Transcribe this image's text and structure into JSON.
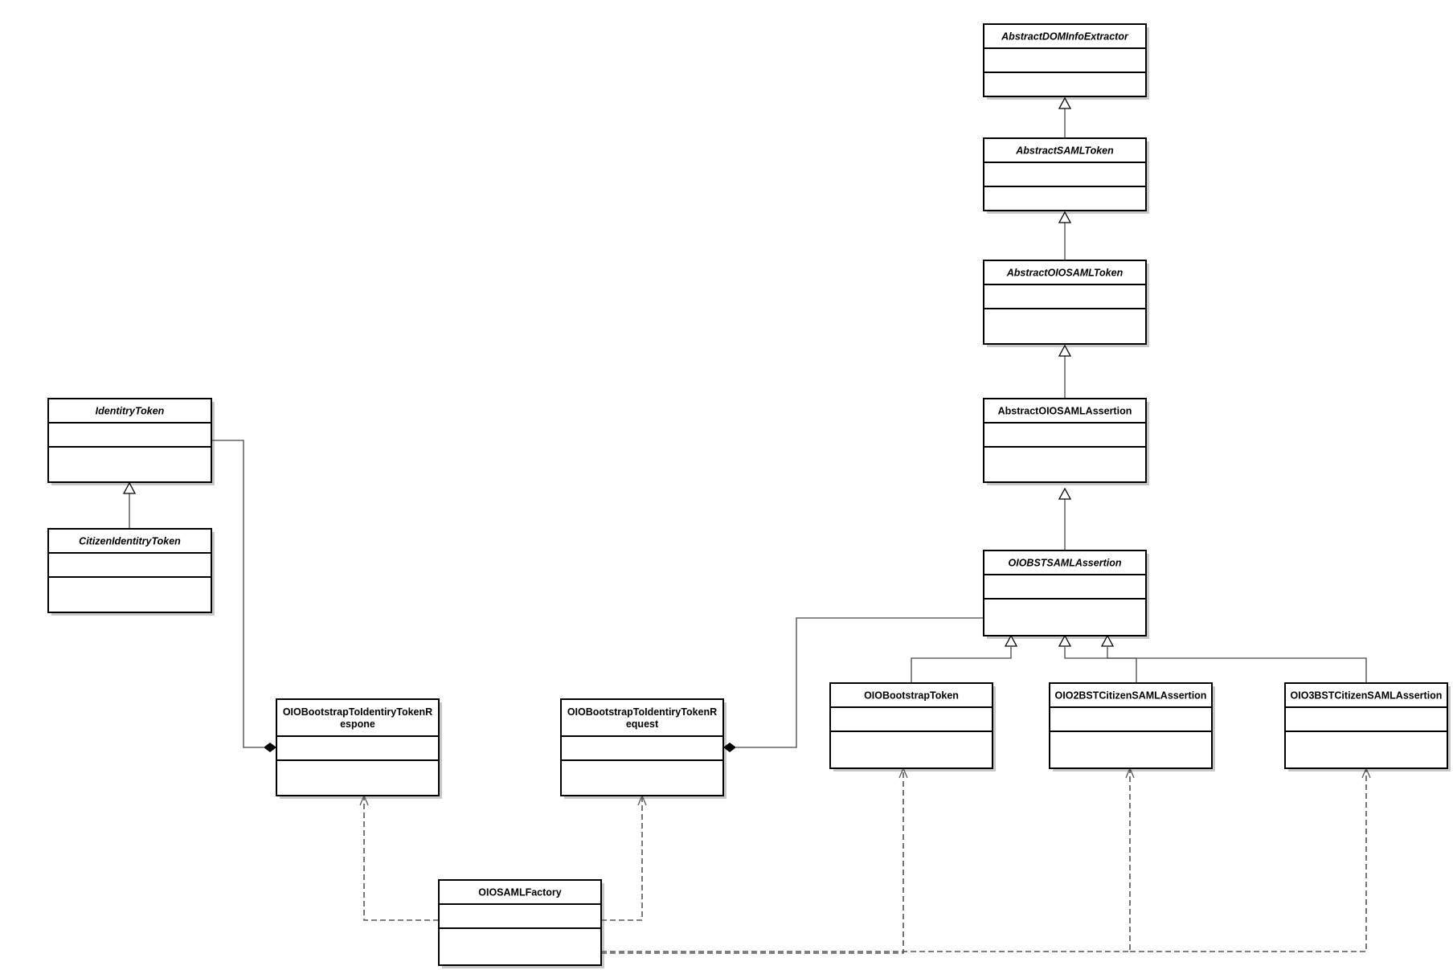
{
  "diagram": {
    "classes": [
      {
        "id": "abstract-dom-info-extractor",
        "name_lines": [
          "AbstractDOMInfoExtractor"
        ],
        "abstract": true
      },
      {
        "id": "abstract-saml-token",
        "name_lines": [
          "AbstractSAMLToken"
        ],
        "abstract": true
      },
      {
        "id": "abstract-oiosaml-token",
        "name_lines": [
          "AbstractOIOSAMLToken"
        ],
        "abstract": true
      },
      {
        "id": "abstract-oiosaml-assertion",
        "name_lines": [
          "AbstractOIOSAMLAssertion"
        ],
        "abstract": false
      },
      {
        "id": "oiobst-saml-assertion",
        "name_lines": [
          "OIOBSTSAMLAssertion"
        ],
        "abstract": true
      },
      {
        "id": "identity-token",
        "name_lines": [
          "IdentitryToken"
        ],
        "abstract": true
      },
      {
        "id": "citizen-identity-token",
        "name_lines": [
          "CitizenIdentitryToken"
        ],
        "abstract": true
      },
      {
        "id": "bootstrap-to-identity-response",
        "name_lines": [
          "OIOBootstrapToIdentiryTokenR",
          "espone"
        ],
        "abstract": false
      },
      {
        "id": "bootstrap-to-identity-request",
        "name_lines": [
          "OIOBootstrapToIdentiryTokenR",
          "equest"
        ],
        "abstract": false
      },
      {
        "id": "oio-bootstrap-token",
        "name_lines": [
          "OIOBootstrapToken"
        ],
        "abstract": false
      },
      {
        "id": "oio2bst-citizen-saml-assertion",
        "name_lines": [
          "OIO2BSTCitizenSAMLAssertion"
        ],
        "abstract": false
      },
      {
        "id": "oio3bst-citizen-saml-assertion",
        "name_lines": [
          "OIO3BSTCitizenSAMLAssertion"
        ],
        "abstract": false
      },
      {
        "id": "oiosaml-factory",
        "name_lines": [
          "OIOSAMLFactory"
        ],
        "abstract": false
      }
    ],
    "relations": [
      {
        "type": "generalization",
        "from": "abstract-saml-token",
        "to": "abstract-dom-info-extractor"
      },
      {
        "type": "generalization",
        "from": "abstract-oiosaml-token",
        "to": "abstract-saml-token"
      },
      {
        "type": "generalization",
        "from": "abstract-oiosaml-assertion",
        "to": "abstract-oiosaml-token"
      },
      {
        "type": "generalization",
        "from": "oiobst-saml-assertion",
        "to": "abstract-oiosaml-assertion"
      },
      {
        "type": "generalization",
        "from": "citizen-identity-token",
        "to": "identity-token"
      },
      {
        "type": "generalization",
        "from": "oio-bootstrap-token",
        "to": "oiobst-saml-assertion"
      },
      {
        "type": "generalization",
        "from": "oio2bst-citizen-saml-assertion",
        "to": "oiobst-saml-assertion"
      },
      {
        "type": "generalization",
        "from": "oio3bst-citizen-saml-assertion",
        "to": "oiobst-saml-assertion"
      },
      {
        "type": "composition",
        "from": "identity-token",
        "to": "bootstrap-to-identity-response"
      },
      {
        "type": "composition",
        "from": "oiobst-saml-assertion",
        "to": "bootstrap-to-identity-request"
      },
      {
        "type": "dependency",
        "from": "oiosaml-factory",
        "to": "bootstrap-to-identity-response"
      },
      {
        "type": "dependency",
        "from": "oiosaml-factory",
        "to": "bootstrap-to-identity-request"
      },
      {
        "type": "dependency",
        "from": "oiosaml-factory",
        "to": "oio-bootstrap-token"
      },
      {
        "type": "dependency",
        "from": "oiosaml-factory",
        "to": "oio2bst-citizen-saml-assertion"
      },
      {
        "type": "dependency",
        "from": "oiosaml-factory",
        "to": "oio3bst-citizen-saml-assertion"
      }
    ]
  }
}
